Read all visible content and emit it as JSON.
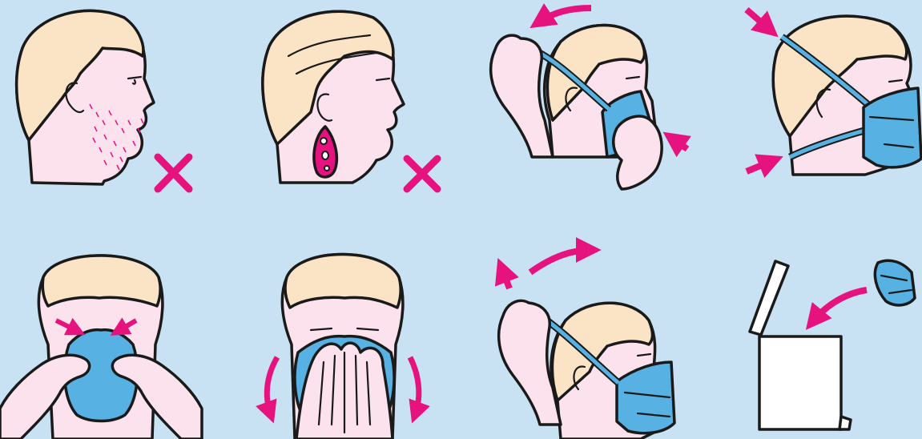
{
  "colors": {
    "background": "#c8e1f3",
    "skin": "#fbe2ec",
    "hair": "#fbe3c6",
    "mask": "#57b2e3",
    "accent": "#e6137e",
    "outline": "#1a1a1a",
    "bin": "#ffffff"
  },
  "panels": [
    {
      "id": "no-beard",
      "icon": "cross-icon"
    },
    {
      "id": "no-earrings",
      "icon": "cross-icon"
    },
    {
      "id": "pull-upper-strap",
      "icon": "arrow-icon"
    },
    {
      "id": "position-straps",
      "icon": "arrow-icon"
    },
    {
      "id": "pinch-nose-clip",
      "icon": "arrow-icon"
    },
    {
      "id": "seal-check",
      "icon": "arrow-icon"
    },
    {
      "id": "remove-straps",
      "icon": "arrow-icon"
    },
    {
      "id": "dispose-in-bin",
      "icon": "arrow-icon"
    }
  ]
}
